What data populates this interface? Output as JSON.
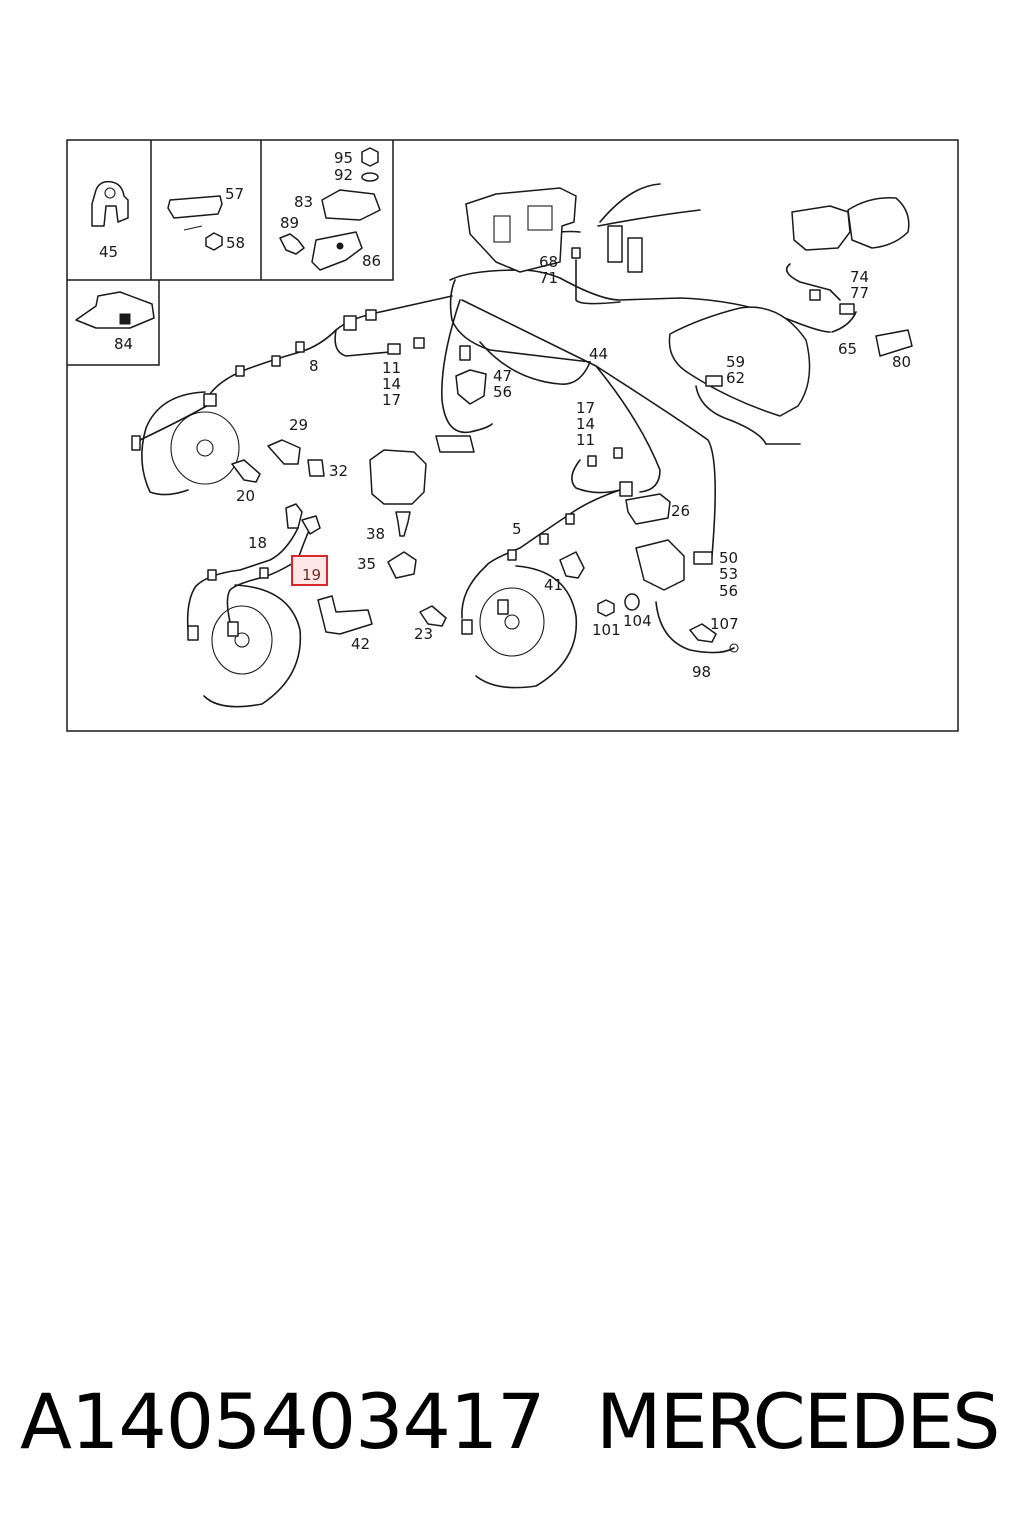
{
  "highlight_color": "#d62828",
  "callouts": {
    "c45": "45",
    "c57": "57",
    "c58": "58",
    "c95": "95",
    "c92": "92",
    "c83": "83",
    "c89": "89",
    "c86": "86",
    "c84": "84",
    "c8": "8",
    "c11a": "11",
    "c14a": "14",
    "c17a": "17",
    "c29": "29",
    "c32": "32",
    "c20": "20",
    "c68": "68",
    "c71": "71",
    "c44": "44",
    "c47": "47",
    "c56a": "56",
    "c74": "74",
    "c77": "77",
    "c65": "65",
    "c80": "80",
    "c59": "59",
    "c62": "62",
    "c17b": "17",
    "c14b": "14",
    "c11b": "11",
    "c26": "26",
    "c5": "5",
    "c38": "38",
    "c18": "18",
    "c19": "19",
    "c35": "35",
    "c41": "41",
    "c42": "42",
    "c23": "23",
    "c101": "101",
    "c104": "104",
    "c107": "107",
    "c98": "98",
    "c50": "50",
    "c53": "53",
    "c56b": "56"
  },
  "caption": {
    "part_number": "A1405403417",
    "brand": "MERCEDES"
  }
}
